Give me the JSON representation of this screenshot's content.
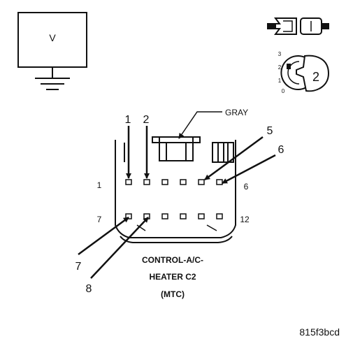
{
  "meter": {
    "symbol": "V"
  },
  "key_switch": {
    "positions": [
      "3",
      "2",
      "1",
      "0"
    ],
    "big_digit": "2"
  },
  "connector": {
    "color_label": "GRAY",
    "row_top_left": "1",
    "row_top_right": "6",
    "row_bottom_left": "7",
    "row_bottom_right": "12",
    "callouts": [
      "1",
      "2",
      "5",
      "6",
      "7",
      "8"
    ],
    "title_line1": "CONTROL-A/C-",
    "title_line2": "HEATER C2",
    "title_line3": "(MTC)"
  },
  "figure_id": "815f3bcd"
}
